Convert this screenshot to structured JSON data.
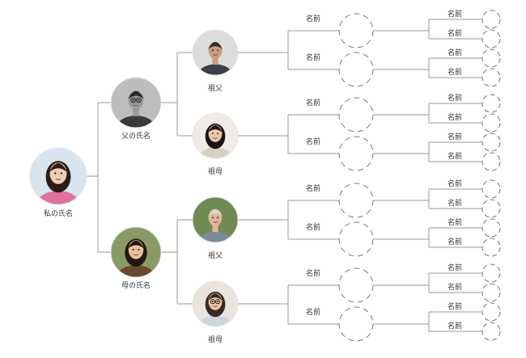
{
  "colors": {
    "line": "#9a9a9a",
    "dashed_ring": "#777777",
    "text": "#333333",
    "photo_ring": "#e6e6e6"
  },
  "self": {
    "label": "私の氏名",
    "photo": {
      "icon": "woman-portrait-icon",
      "bg": "#d8e4ef",
      "skin": "#f1cdb5",
      "hair": "#2b1d16",
      "clothes": "#e0729c"
    }
  },
  "parents": [
    {
      "label": "父の氏名",
      "photo": {
        "icon": "man-portrait-icon",
        "bg": "#bdbdbd",
        "skin": "#9a9a9a",
        "hair": "#262626",
        "clothes": "#3a3a3a",
        "glasses": true
      },
      "grandparents": [
        {
          "label": "祖父",
          "photo": {
            "icon": "man-portrait-icon",
            "bg": "#dcdcdc",
            "skin": "#c79c7e",
            "hair": "#2a2a2a",
            "clothes": "#3b3f48"
          },
          "parents": [
            {
              "label": "名前",
              "parents": [
                {
                  "label": "名前"
                },
                {
                  "label": "名前"
                }
              ]
            },
            {
              "label": "名前",
              "parents": [
                {
                  "label": "名前"
                },
                {
                  "label": "名前"
                }
              ]
            }
          ]
        },
        {
          "label": "祖母",
          "photo": {
            "icon": "woman-portrait-icon",
            "bg": "#f0ebe7",
            "skin": "#ecc6aa",
            "hair": "#1c1412",
            "clothes": "#d7cec7"
          },
          "parents": [
            {
              "label": "名前",
              "parents": [
                {
                  "label": "名前"
                },
                {
                  "label": "名前"
                }
              ]
            },
            {
              "label": "名前",
              "parents": [
                {
                  "label": "名前"
                },
                {
                  "label": "名前"
                }
              ]
            }
          ]
        }
      ]
    },
    {
      "label": "母の氏名",
      "photo": {
        "icon": "woman-portrait-icon",
        "bg": "#8a9a66",
        "skin": "#e8bf9c",
        "hair": "#231813",
        "clothes": "#6a4a2e"
      },
      "grandparents": [
        {
          "label": "祖父",
          "photo": {
            "icon": "man-portrait-icon",
            "bg": "#6f8a52",
            "skin": "#e0b49a",
            "hair": "#d8d6d2",
            "clothes": "#7b8c9a"
          },
          "parents": [
            {
              "label": "名前",
              "parents": [
                {
                  "label": "名前"
                },
                {
                  "label": "名前"
                }
              ]
            },
            {
              "label": "名前",
              "parents": [
                {
                  "label": "名前"
                },
                {
                  "label": "名前"
                }
              ]
            }
          ]
        },
        {
          "label": "祖母",
          "photo": {
            "icon": "woman-portrait-icon",
            "bg": "#e9e4de",
            "skin": "#eac3a6",
            "hair": "#3a2a22",
            "clothes": "#c9d7e3",
            "glasses": true
          },
          "parents": [
            {
              "label": "名前",
              "parents": [
                {
                  "label": "名前"
                },
                {
                  "label": "名前"
                }
              ]
            },
            {
              "label": "名前",
              "parents": [
                {
                  "label": "名前"
                },
                {
                  "label": "名前"
                }
              ]
            }
          ]
        }
      ]
    }
  ]
}
